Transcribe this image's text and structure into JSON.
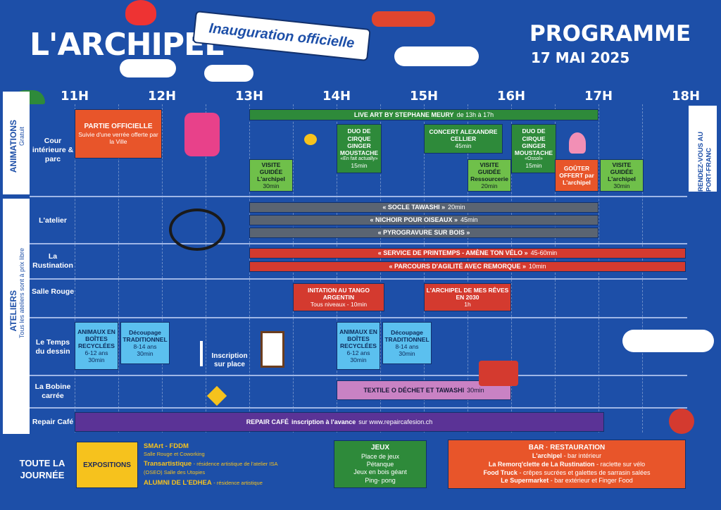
{
  "header": {
    "logo": "L'ARCHIPEL",
    "banner": "Inauguration officielle",
    "title": "PROGRAMME",
    "date": "17 MAI 2025"
  },
  "hours": [
    "11H",
    "12H",
    "13H",
    "14H",
    "15H",
    "16H",
    "17H",
    "18H"
  ],
  "sections": {
    "animations": {
      "title": "ANIMATIONS",
      "sub": "Gratuit"
    },
    "ateliers": {
      "title": "ATELIERS",
      "sub": "Tous les ateliers sont à prix libre"
    }
  },
  "rows": [
    "Cour intérieure & parc",
    "L'atelier",
    "La Rustination",
    "Salle Rouge",
    "Le Temps du dessin",
    "La Bobine carrée",
    "Repair Café"
  ],
  "events": {
    "live_art": {
      "title": "LIVE ART BY STEPHANE MEURY",
      "detail": "de 13h à 17h"
    },
    "partie": {
      "title": "PARTIE OFFICIELLE",
      "detail": "Suivie d'une verrée offerte par la Ville"
    },
    "duo1": {
      "title": "DUO DE CIRQUE GINGER MOUSTACHE",
      "sub": "«En fait actually»",
      "dur": "15min"
    },
    "concert": {
      "title": "CONCERT ALEXANDRE CELLIER",
      "dur": "45min"
    },
    "duo2": {
      "title": "DUO DE CIRQUE GINGER MOUSTACHE",
      "sub": "«Ossol»",
      "dur": "15min"
    },
    "visite1": {
      "title": "VISITE GUIDÉE L'archipel",
      "dur": "30min"
    },
    "visite2": {
      "title": "VISITE GUIDÉE Ressourcerie",
      "dur": "20min"
    },
    "gouter": {
      "title": "GOÛTER OFFERT par L'archipel"
    },
    "visite3": {
      "title": "VISITE GUIDÉE L'archipel",
      "dur": "30min"
    },
    "socle": {
      "title": "« SOCLE TAWASHI »",
      "dur": "20min"
    },
    "nichoir": {
      "title": "« NICHOIR POUR OISEAUX »",
      "dur": "45min"
    },
    "pyro": {
      "title": "« PYROGRAVURE SUR BOIS »"
    },
    "service": {
      "title": "« SERVICE DE PRINTEMPS - AMÈNE TON VÉLO »",
      "dur": "45-60min"
    },
    "parcours": {
      "title": "« PARCOURS D'AGILITÉ AVEC REMORQUE »",
      "dur": "10min"
    },
    "tango": {
      "title": "INITATION AU TANGO ARGENTIN",
      "dur": "Tous niveaux - 10min"
    },
    "reves": {
      "title": "L'ARCHIPEL DE MES RÊVES EN 2030",
      "dur": "1h"
    },
    "animaux1": {
      "title": "ANIMAUX EN BOÎTES RECYCLÉES",
      "age": "6-12 ans",
      "dur": "30min"
    },
    "decoupage1": {
      "title": "Découpage TRADITIONNEL",
      "age": "8-14 ans",
      "dur": "30min"
    },
    "inscription": "Inscription sur place",
    "animaux2": {
      "title": "ANIMAUX EN BOÎTES RECYCLÉES",
      "age": "6-12 ans",
      "dur": "30min"
    },
    "decoupage2": {
      "title": "Découpage TRADITIONNEL",
      "age": "8-14 ans",
      "dur": "30min"
    },
    "textile": {
      "title": "TEXTILE O DÉCHET ET TAWASHI",
      "dur": "30min"
    },
    "repair": {
      "title": "REPAIR CAFÉ",
      "note": "inscription à l'avance",
      "url": "sur www.repaircafesion.ch"
    }
  },
  "rendezvous": "RENDEZ-VOUS AU PORT-FRANC",
  "bottom": {
    "toute": "TOUTE LA JOURNÉE",
    "expo_label": "EXPOSITIONS",
    "expos": [
      {
        "name": "SMArt - FDDM",
        "sub": "Salle Rouge et Coworking"
      },
      {
        "name": "Transartistique",
        "sub": "- résidence artistique de l'atelier ISA (OSEO) Salle des Utopies"
      },
      {
        "name": "ALUMNI DE L'EDHEA",
        "sub": "- résidence artistique"
      }
    ],
    "jeux": {
      "title": "JEUX",
      "items": [
        "Place de jeux",
        "Pétanque",
        "Jeux en bois géant",
        "Ping- pong"
      ]
    },
    "bar": {
      "title": "BAR · RESTAURATION",
      "items": [
        {
          "name": "L'archipel",
          "detail": "- bar intérieur"
        },
        {
          "name": "La Remorq'clette de La Rustination",
          "detail": "- raclette sur vélo"
        },
        {
          "name": "Food Truck",
          "detail": "- crêpes sucrées et galettes de sarrasin salées"
        },
        {
          "name": "Le Supermarket",
          "detail": "- bar extérieur et Finger Food"
        }
      ]
    }
  }
}
